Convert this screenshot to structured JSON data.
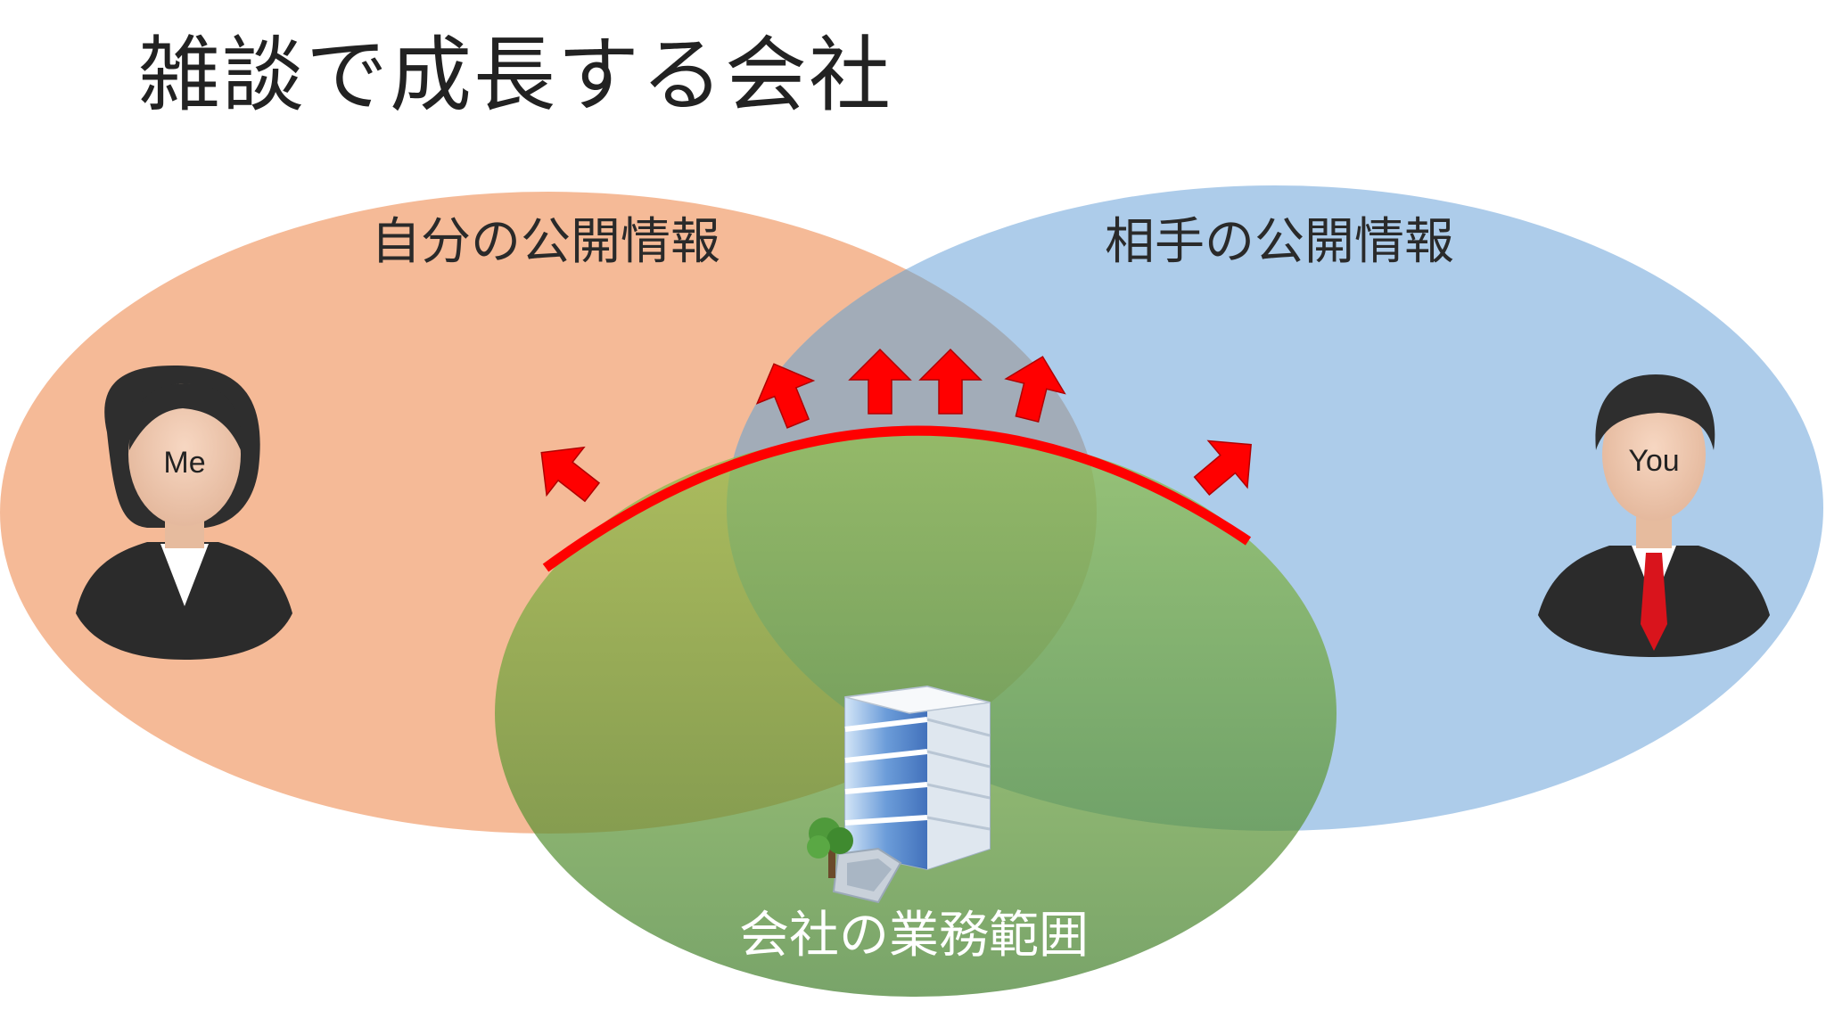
{
  "title": "雑談で成長する会社",
  "sets": {
    "self": {
      "label": "自分の公開情報",
      "color": "#f4b48e"
    },
    "other": {
      "label": "相手の公開情報",
      "color": "#9fc3e6"
    },
    "company": {
      "label": "会社の業務範囲",
      "color": "#5a9a3a"
    }
  },
  "people": {
    "me": {
      "label": "Me"
    },
    "you": {
      "label": "You",
      "tie_color": "#d9141c"
    }
  },
  "accent_color": "#ff0000",
  "icons": [
    "female-person-icon",
    "male-person-icon",
    "office-building-icon",
    "tree-icon",
    "arrow-up-icon",
    "growth-arc"
  ]
}
